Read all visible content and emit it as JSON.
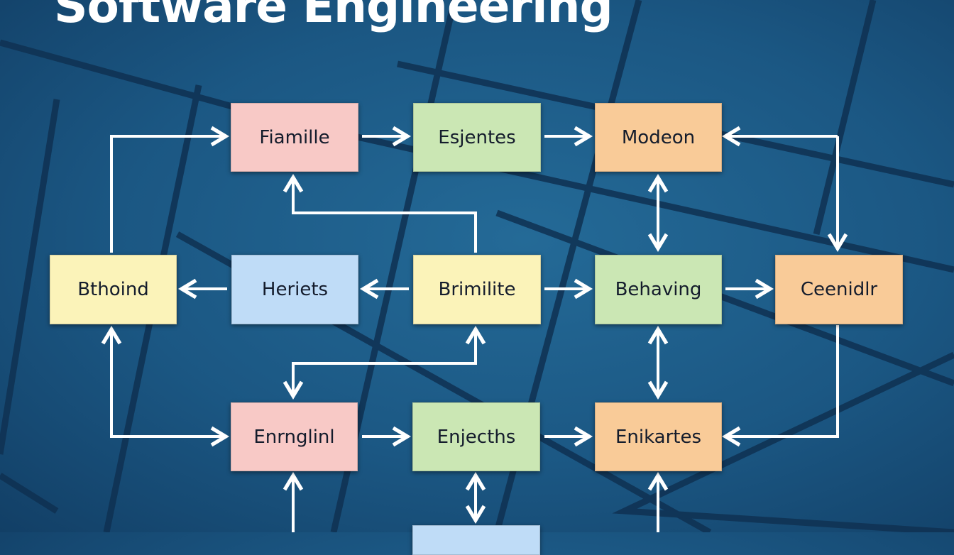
{
  "title": "Software Engineering",
  "colors": {
    "pink": "#f8c9c6",
    "green": "#cbe7b4",
    "orange": "#f9cb98",
    "yellow": "#fbf3b9",
    "blue": "#bfdcf7",
    "arrow": "#ffffff"
  },
  "nodes": {
    "fiamille": {
      "label": "Fiamille"
    },
    "esjentes": {
      "label": "Esjentes"
    },
    "modeon": {
      "label": "Modeon"
    },
    "bthoind": {
      "label": "Bthoind"
    },
    "heriets": {
      "label": "Heriets"
    },
    "brimilite": {
      "label": "Brimilite"
    },
    "behaving": {
      "label": "Behaving"
    },
    "ceenidlr": {
      "label": "Ceenidlr"
    },
    "enrnglinl": {
      "label": "Enrnglinl"
    },
    "enjecths": {
      "label": "Enjecths"
    },
    "enikartes": {
      "label": "Enikartes"
    }
  }
}
